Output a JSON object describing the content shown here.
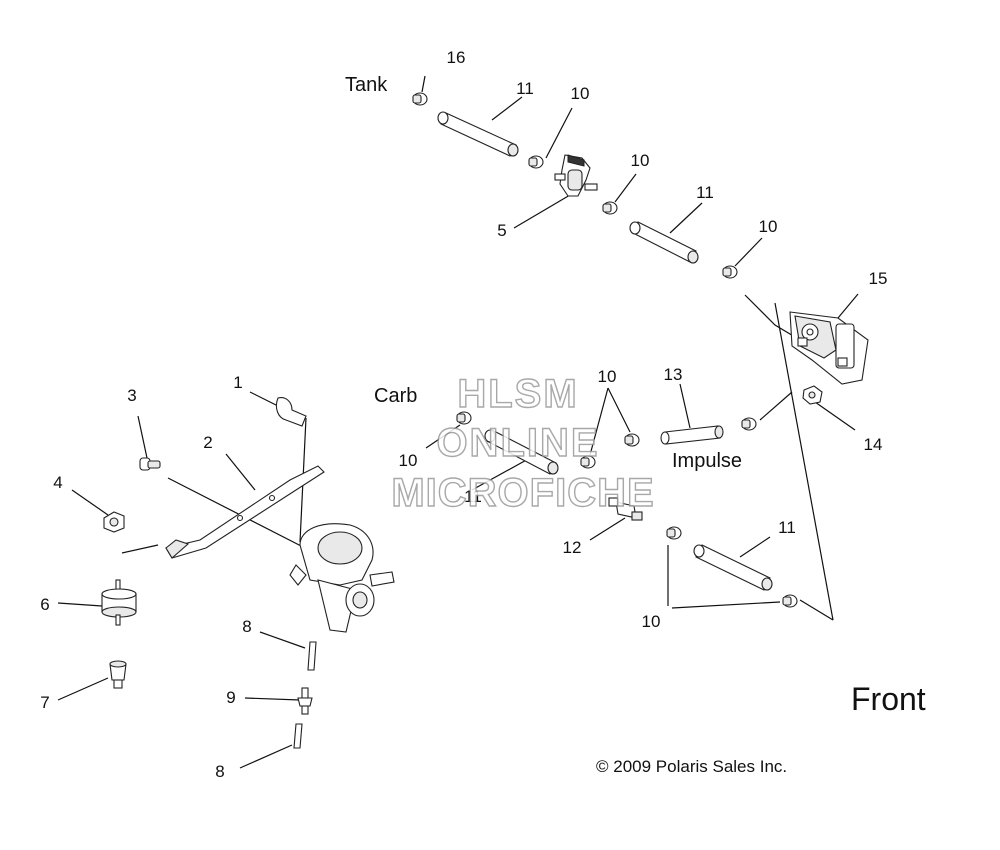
{
  "diagram": {
    "labels": {
      "tank": "Tank",
      "carb": "Carb",
      "impulse": "Impulse",
      "front": "Front"
    },
    "watermark": {
      "line1": "HLSM",
      "line2": "ONLINE",
      "line3": "MICROFICHE"
    },
    "copyright": "© 2009 Polaris Sales Inc.",
    "callouts": {
      "c1": "1",
      "c2": "2",
      "c3": "3",
      "c4": "4",
      "c5": "5",
      "c6": "6",
      "c7": "7",
      "c8a": "8",
      "c8b": "8",
      "c9": "9",
      "c10a": "10",
      "c10b": "10",
      "c10c": "10",
      "c10d": "10",
      "c10e": "10",
      "c10f": "10",
      "c11a": "11",
      "c11b": "11",
      "c11c": "11",
      "c11d": "11",
      "c12": "12",
      "c13": "13",
      "c14": "14",
      "c15": "15",
      "c16": "16"
    }
  }
}
